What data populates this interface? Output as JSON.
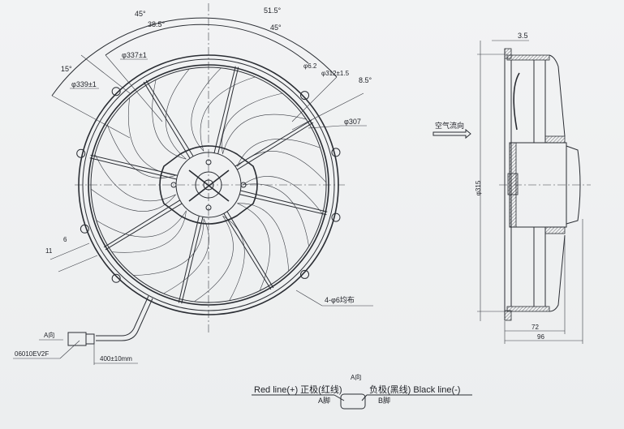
{
  "front_view": {
    "angles": {
      "a45_left": "45°",
      "a38_5": "38.5°",
      "a51_5": "51.5°",
      "a45_right": "45°",
      "a15": "15°",
      "a8_5": "8.5°"
    },
    "dims": {
      "d339": "φ339±1",
      "d337": "φ337±1",
      "d6_2": "φ6.2",
      "d312": "φ312±1.5",
      "d307": "φ307",
      "d11": "11",
      "d6": "6",
      "holes": "4-φ6均布"
    },
    "connector": {
      "view_label": "A向",
      "part_no": "06010EV2F",
      "cable_length": "400±10mm"
    }
  },
  "side_view": {
    "d3_5": "3.5",
    "airflow": "空气流向",
    "d315": "φ315",
    "d72": "72",
    "d96": "96"
  },
  "wiring": {
    "view_label": "A向",
    "red_line": "Red line(+) 正极(红线)",
    "black_line": "负极(黑线) Black line(-)",
    "pin_a": "A脚",
    "pin_b": "B脚"
  }
}
